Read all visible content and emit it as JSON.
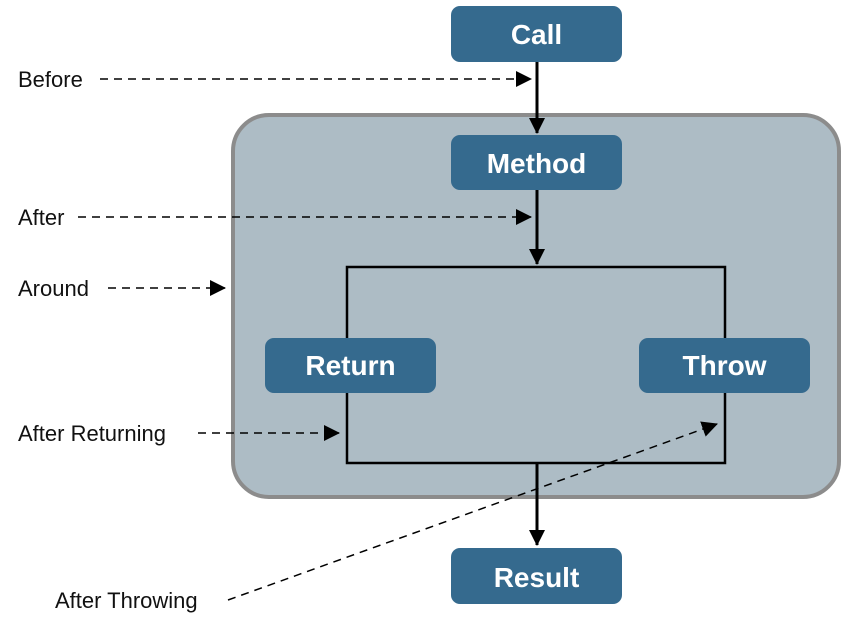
{
  "nodes": {
    "call": "Call",
    "method": "Method",
    "return": "Return",
    "throw": "Throw",
    "result": "Result"
  },
  "labels": {
    "before": "Before",
    "after": "After",
    "around": "Around",
    "after_returning": "After Returning",
    "after_throwing": "After Throwing"
  },
  "colors": {
    "node_fill": "#356a8e",
    "container_fill": "#adbcc5",
    "container_border": "#8c8c8c",
    "line": "#000000"
  }
}
